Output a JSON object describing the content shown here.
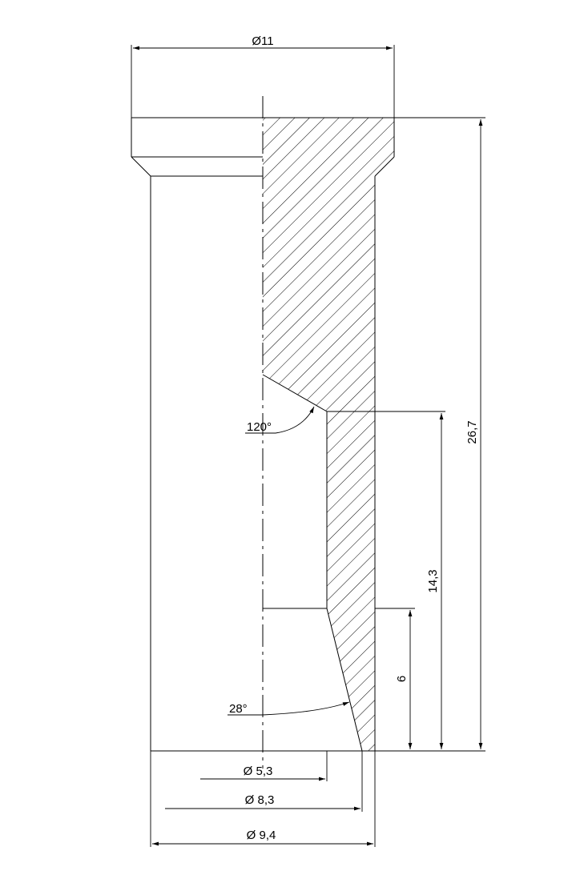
{
  "drawing": {
    "dimensions": {
      "head_diameter": "Ø11",
      "total_length": "26,7",
      "bore_depth": "14,3",
      "taper_length": "6",
      "drill_angle": "120°",
      "taper_angle": "28°",
      "diameter_5_3": "Ø 5,3",
      "diameter_8_3": "Ø 8,3",
      "diameter_9_4": "Ø 9,4"
    }
  }
}
